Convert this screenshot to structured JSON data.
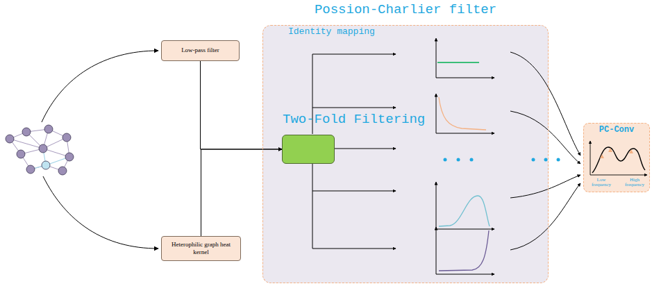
{
  "diagram": {
    "nodes": [
      {
        "text": [
          "Low-pass filter"
        ]
      },
      {
        "text": [
          "Heterophilic graph heat kernel"
        ]
      },
      {
        "text": [
          "Possion-Charlier filter"
        ]
      },
      {
        "text": [
          "Two-Fold Filtering"
        ],
        "in": 2
      },
      {
        "text": [
          "PC-Conv"
        ]
      }
    ],
    "edges": [
      {
        "from": 0,
        "to": 3,
        "arrow": "to"
      },
      {
        "from": 1,
        "to": 3,
        "arrow": "to"
      }
    ],
    "labels": [
      "Identity mapping",
      "Low frequency",
      "High frequency"
    ]
  }
}
